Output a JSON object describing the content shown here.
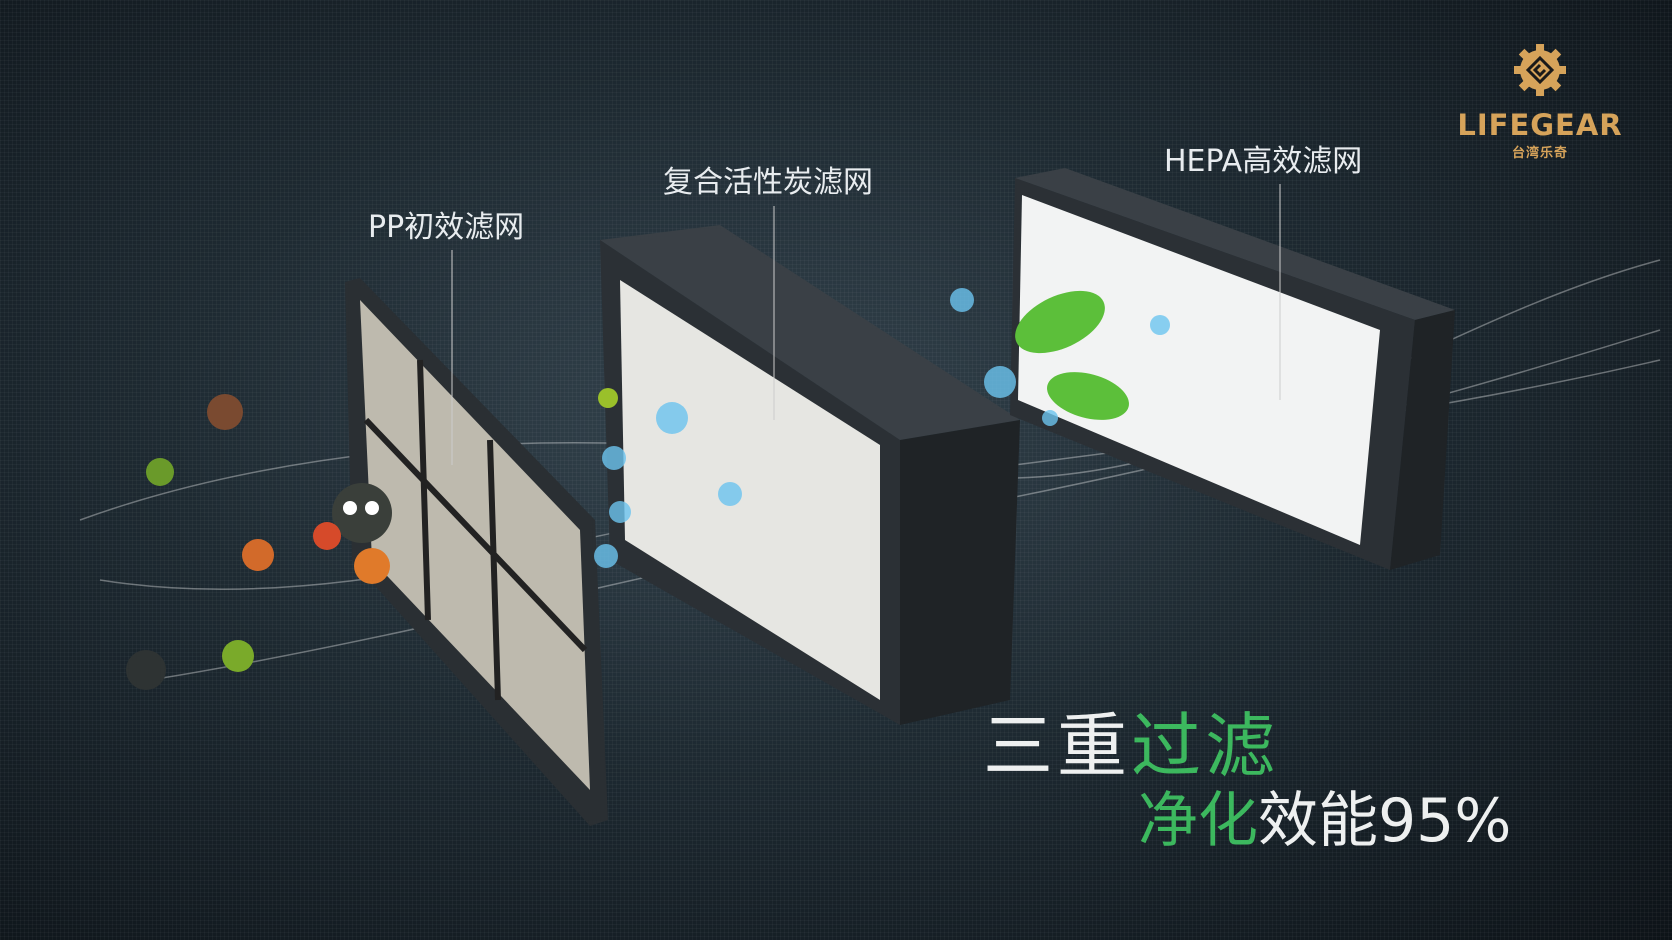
{
  "labels": {
    "pp_filter": "PP初效滤网",
    "carbon_filter": "复合活性炭滤网",
    "hepa_filter": "HEPA高效滤网"
  },
  "headline": {
    "part1": "三重",
    "part2": "过滤"
  },
  "subline": {
    "part1": "净化",
    "part2": "效能95%"
  },
  "logo": {
    "name": "LIFEGEAR",
    "subtitle": "台湾乐奇"
  },
  "colors": {
    "accent_green": "#3cb85e",
    "logo_gold": "#d6a35a",
    "background": "#1e2a32"
  }
}
